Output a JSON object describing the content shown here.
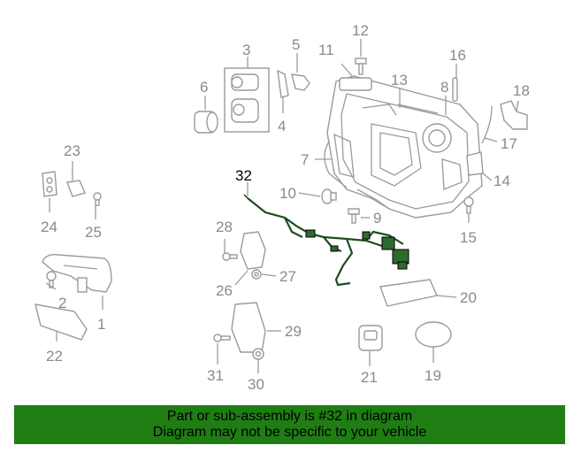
{
  "callouts": {
    "n1": "1",
    "n2": "2",
    "n3": "3",
    "n4": "4",
    "n5": "5",
    "n6": "6",
    "n7": "7",
    "n8": "8",
    "n9": "9",
    "n10": "10",
    "n11": "11",
    "n12": "12",
    "n13": "13",
    "n14": "14",
    "n15": "15",
    "n16": "16",
    "n17": "17",
    "n18": "18",
    "n19": "19",
    "n20": "20",
    "n21": "21",
    "n22": "22",
    "n23": "23",
    "n24": "24",
    "n25": "25",
    "n26": "26",
    "n27": "27",
    "n28": "28",
    "n29": "29",
    "n30": "30",
    "n31": "31",
    "n32": "32"
  },
  "banner": {
    "line1": "Part or sub-assembly is #32 in diagram",
    "line2": "Diagram may not be specific to your vehicle",
    "color": "#1f7d14"
  },
  "highlight": {
    "part_number": "32",
    "color": "#2e6b2e"
  }
}
